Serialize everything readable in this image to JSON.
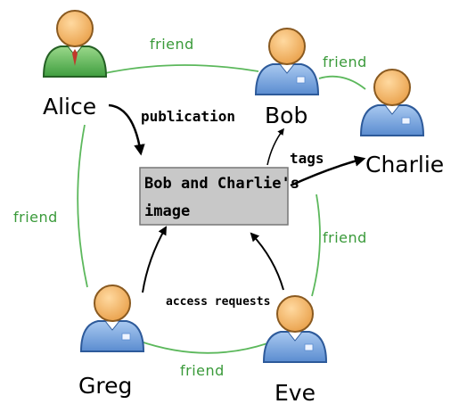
{
  "colors": {
    "friend_edge": "#5cb85c",
    "friend_label": "#3a9a3a",
    "box_fill": "#c8c8c8",
    "box_stroke": "#777777",
    "user_blue": "#6f9fd8",
    "user_green": "#5cb85c",
    "skin": "#f6b96b"
  },
  "people": {
    "alice": {
      "name": "Alice",
      "icon": "user-green-icon"
    },
    "bob": {
      "name": "Bob",
      "icon": "user-blue-icon"
    },
    "charlie": {
      "name": "Charlie",
      "icon": "user-blue-icon"
    },
    "greg": {
      "name": "Greg",
      "icon": "user-blue-icon"
    },
    "eve": {
      "name": "Eve",
      "icon": "user-blue-icon"
    }
  },
  "image_box": {
    "line1": "Bob and Charlie's",
    "line2": "image"
  },
  "relations": {
    "alice_bob": "friend",
    "bob_charlie": "friend",
    "alice_greg": "friend",
    "greg_eve": "friend",
    "charlie_eve": "friend"
  },
  "actions": {
    "publication": "publication",
    "tags": "tags",
    "access_requests": "access requests"
  }
}
